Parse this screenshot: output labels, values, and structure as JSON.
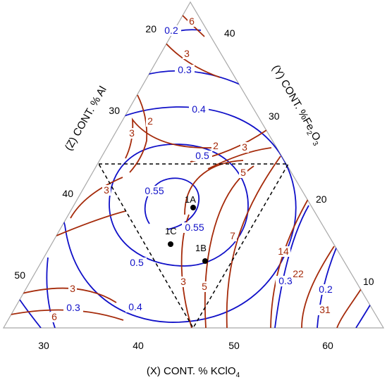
{
  "chart_data": {
    "type": "ternary_contour",
    "axes": {
      "x": {
        "label": "(X) CONT. % KClO",
        "sub": "4",
        "ticks": [
          "30",
          "40",
          "50",
          "60"
        ]
      },
      "y": {
        "label": "(Y) CONT. %Fe",
        "sub1": "2",
        "mid": "O",
        "sub2": "3",
        "ticks": [
          "40",
          "30",
          "20",
          "10"
        ]
      },
      "z": {
        "label": "(Z) CONT. % Al",
        "ticks": [
          "20",
          "30",
          "40",
          "50"
        ]
      }
    },
    "contour_sets": [
      {
        "color": "#1010c8",
        "levels": [
          "0.2",
          "0.3",
          "0.4",
          "0.5",
          "0.55",
          "0.55",
          "0.5",
          "0.4",
          "0.3",
          "0.2",
          "0.3"
        ]
      },
      {
        "color": "#a52a0a",
        "levels": [
          "6",
          "3",
          "2",
          "2",
          "3",
          "3",
          "3",
          "5",
          "7",
          "5",
          "3",
          "14",
          "22",
          "31",
          "3",
          "6"
        ]
      }
    ],
    "design_points": [
      {
        "label": "1A"
      },
      {
        "label": "1B"
      },
      {
        "label": "1C"
      }
    ]
  }
}
